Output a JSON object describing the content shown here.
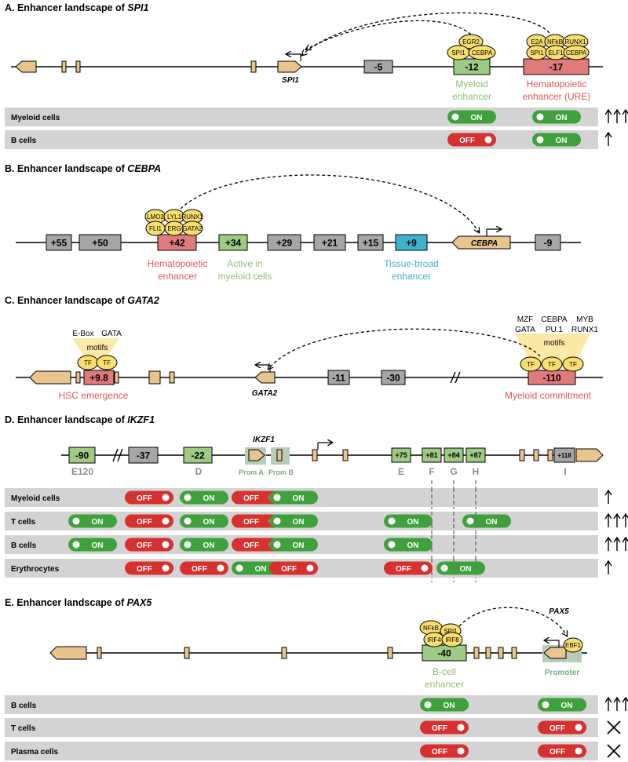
{
  "panels": [
    {
      "id": "A",
      "prefix": "A. Enhancer landscape of ",
      "gene": "SPI1"
    },
    {
      "id": "B",
      "prefix": "B. Enhancer landscape of ",
      "gene": "CEBPA"
    },
    {
      "id": "C",
      "prefix": "C. Enhancer landscape of ",
      "gene": "GATA2"
    },
    {
      "id": "D",
      "prefix": "D. Enhancer landscape of ",
      "gene": "IKZF1"
    },
    {
      "id": "E",
      "prefix": "E. Enhancer landscape of ",
      "gene": "PAX5"
    }
  ],
  "states": {
    "on": "ON",
    "off": "OFF"
  },
  "colors": {
    "exon": "#e9c58e",
    "neutral_enhancer": "#a6a6a6",
    "hematopoietic_enhancer": "#e07b7b",
    "myeloid_enhancer": "#9dcb83",
    "tissue_broad_enhancer": "#3fb1ce",
    "tf": "#f7de6f",
    "on": "#3fa13c",
    "off": "#d6302f",
    "row_bg": "#d3d3d3",
    "green_label": "#8fbf6e",
    "red_label": "#e05656",
    "teal_label": "#3fb1ce",
    "gray_label": "#8c8c8c",
    "promoter_box": "#b8ccb8",
    "promoter_label": "#7fa77f"
  },
  "spi1": {
    "gene_label": "SPI1",
    "enhancers": [
      "-5",
      "-12",
      "-17"
    ],
    "tfs_12": [
      "EGR2",
      "SPI1",
      "CEBPA"
    ],
    "tfs_17": [
      "E2A",
      "NFkB",
      "RUNX1",
      "SPI1",
      "ELF1",
      "CEBPA"
    ],
    "label_myeloid": [
      "Myeloid",
      "enhancer"
    ],
    "label_hemato": [
      "Hematopoietic",
      "enhancer (URE)"
    ],
    "rows": [
      {
        "label": "Myeloid cells",
        "states": [
          "on",
          "on"
        ],
        "arrows": 3
      },
      {
        "label": "B cells",
        "states": [
          "off",
          "on"
        ],
        "arrows": 1
      }
    ]
  },
  "cebpa": {
    "gene_label": "CEBPA",
    "enhancers": [
      "+55",
      "+50",
      "+42",
      "+34",
      "+29",
      "+21",
      "+15",
      "+9",
      "-9"
    ],
    "tfs_42": [
      "LMO2",
      "LYL1",
      "RUNX1",
      "FLI1",
      "ERG",
      "GATA2"
    ],
    "label_hemato": [
      "Hematopoietic",
      "enhancer"
    ],
    "label_active": [
      "Active in",
      "myeloid cells"
    ],
    "label_broad": [
      "Tissue-broad",
      "enhancer"
    ]
  },
  "gata2": {
    "gene_label": "GATA2",
    "enhancers": [
      "+9.8",
      "-11",
      "-30",
      "-110"
    ],
    "motifs_left": [
      "E-Box",
      "GATA"
    ],
    "motifs_right_top": [
      "MZF",
      "CEBPA",
      "MYB"
    ],
    "motifs_right_bottom": [
      "GATA",
      "PU.1",
      "RUNX1"
    ],
    "motifs_word": "motifs",
    "tf": "TF",
    "label_hsc": "HSC emergence",
    "label_myeloid": "Myeloid commitment"
  },
  "ikzf1": {
    "gene_label": "IKZF1",
    "enhancers": [
      "-90",
      "-37",
      "-22",
      "+75",
      "+81",
      "+84",
      "+87",
      "+118"
    ],
    "region_labels": [
      "E120",
      "D",
      "E",
      "F",
      "G",
      "H",
      "I"
    ],
    "prom_a": "Prom A",
    "prom_b": "Prom B",
    "rows": [
      {
        "label": "Myeloid cells",
        "arrows": 1
      },
      {
        "label": "T cells",
        "arrows": 3
      },
      {
        "label": "B cells",
        "arrows": 3
      },
      {
        "label": "Erythrocytes",
        "arrows": 1
      }
    ]
  },
  "pax5": {
    "gene_label": "PAX5",
    "enhancer": "-40",
    "tfs_40": [
      "NFkB",
      "SPI1",
      "IRF4",
      "IRF8"
    ],
    "tf_promoter": "EBF1",
    "label_bcell": [
      "B-cell",
      "enhancer"
    ],
    "label_promoter": "Promoter",
    "rows": [
      {
        "label": "B cells",
        "states": [
          "on",
          "on"
        ],
        "mark": "up3"
      },
      {
        "label": "T cells",
        "states": [
          "off",
          "off"
        ],
        "mark": "x"
      },
      {
        "label": "Plasma cells",
        "states": [
          "off",
          "off"
        ],
        "mark": "x"
      }
    ]
  }
}
